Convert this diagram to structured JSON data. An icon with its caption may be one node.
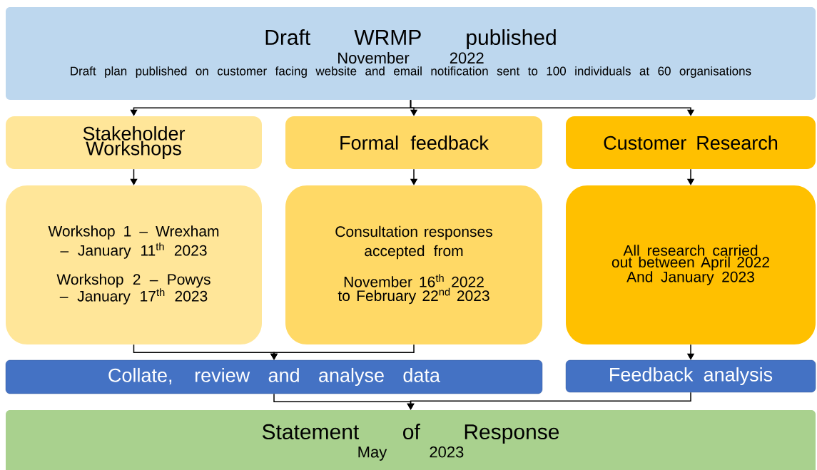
{
  "diagram": {
    "nodes": [
      {
        "text": [
          "Draft WRMP published",
          "November 2022",
          "Draft plan published on customer facing website and email notification sent to 100 individuals at 60 organisations"
        ]
      },
      {
        "text": [
          "Stakeholder Workshops"
        ]
      },
      {
        "text": [
          "Formal feedback"
        ]
      },
      {
        "text": [
          "Customer Research"
        ]
      },
      {
        "text": [
          "Workshop 1 – Wrexham – January 11$^{th}$ 2023",
          "Workshop 2 – Powys – January 17$^{th}$ 2023"
        ]
      },
      {
        "text": [
          "Consultation responses accepted from",
          "November 16$^{th}$ 2022 to February 22$^{nd}$ 2023"
        ]
      },
      {
        "text": [
          "All research carried out between April 2022 And January 2023"
        ]
      },
      {
        "text": [
          "Collate, review and analyse data"
        ]
      },
      {
        "text": [
          "Feedback analysis"
        ]
      },
      {
        "text": [
          "Statement of Response",
          "May 2023"
        ]
      }
    ],
    "edges": [
      {
        "from": 0,
        "to": 1,
        "arrow": "to"
      },
      {
        "from": 0,
        "to": 2,
        "arrow": "to"
      },
      {
        "from": 0,
        "to": 3,
        "arrow": "to"
      },
      {
        "from": 1,
        "to": 4,
        "arrow": "to"
      },
      {
        "from": 2,
        "to": 5,
        "arrow": "to"
      },
      {
        "from": 3,
        "to": 6,
        "arrow": "to"
      },
      {
        "from": 4,
        "to": 7,
        "arrow": "to"
      },
      {
        "from": 5,
        "to": 7,
        "arrow": "to"
      },
      {
        "from": 6,
        "to": 8,
        "arrow": "to"
      },
      {
        "from": 7,
        "to": 9,
        "arrow": "to"
      },
      {
        "from": 8,
        "to": 9,
        "arrow": "to"
      }
    ]
  }
}
